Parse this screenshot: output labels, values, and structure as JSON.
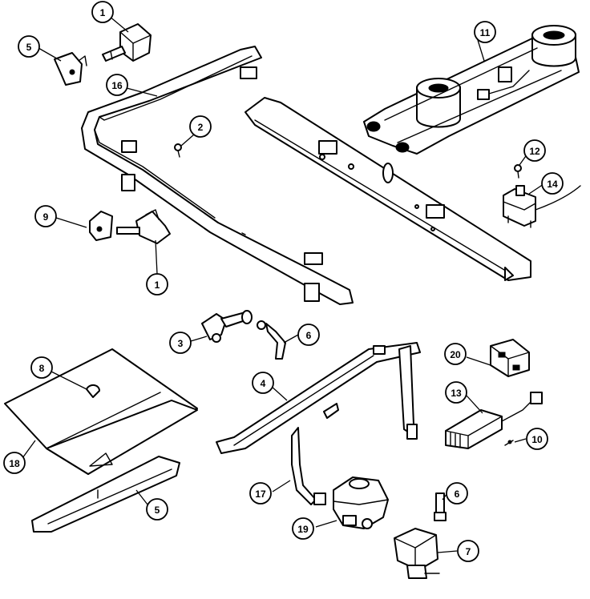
{
  "callouts": [
    {
      "id": "c1a",
      "label": "1"
    },
    {
      "id": "c5a",
      "label": "5"
    },
    {
      "id": "c16",
      "label": "16"
    },
    {
      "id": "c2",
      "label": "2"
    },
    {
      "id": "c11",
      "label": "11"
    },
    {
      "id": "c12",
      "label": "12"
    },
    {
      "id": "c14",
      "label": "14"
    },
    {
      "id": "c9",
      "label": "9"
    },
    {
      "id": "c1b",
      "label": "1"
    },
    {
      "id": "c3",
      "label": "3"
    },
    {
      "id": "c6a",
      "label": "6"
    },
    {
      "id": "c20",
      "label": "20"
    },
    {
      "id": "c4",
      "label": "4"
    },
    {
      "id": "c8",
      "label": "8"
    },
    {
      "id": "c13",
      "label": "13"
    },
    {
      "id": "c10",
      "label": "10"
    },
    {
      "id": "c18",
      "label": "18"
    },
    {
      "id": "c5b",
      "label": "5"
    },
    {
      "id": "c17",
      "label": "17"
    },
    {
      "id": "c6b",
      "label": "6"
    },
    {
      "id": "c19",
      "label": "19"
    },
    {
      "id": "c7",
      "label": "7"
    }
  ]
}
